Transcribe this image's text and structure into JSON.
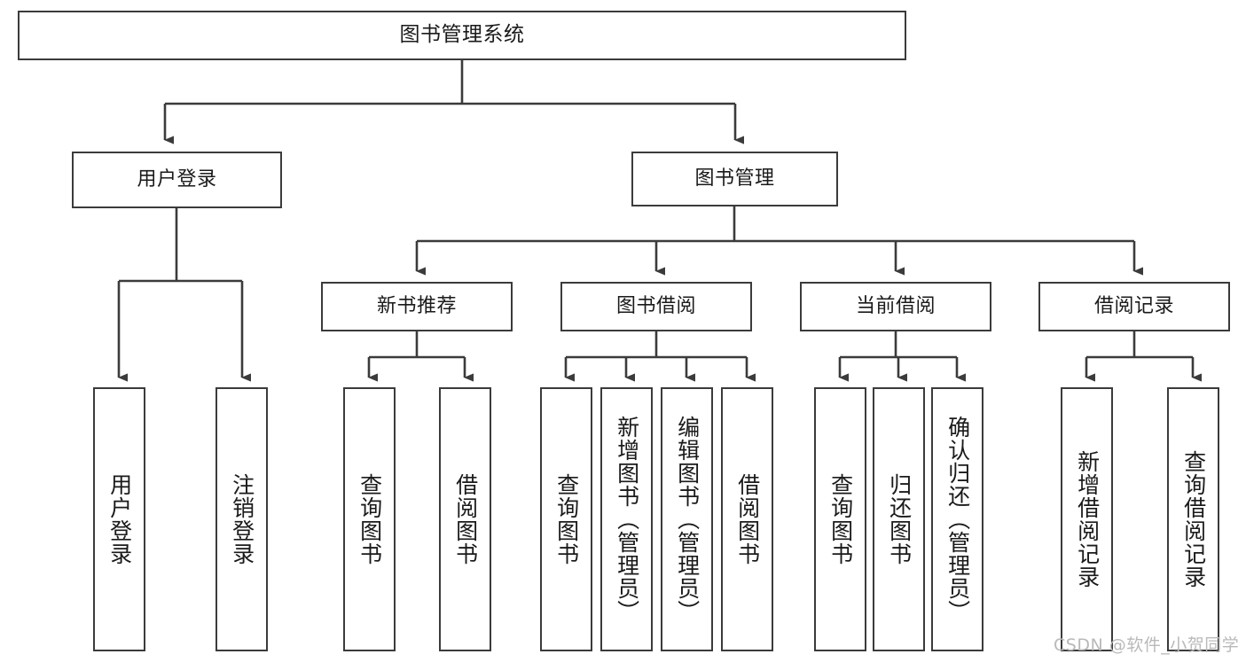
{
  "diagram": {
    "title": "图书管理系统",
    "type": "hierarchy-tree",
    "root": {
      "label": "图书管理系统"
    },
    "level2": [
      {
        "label": "用户登录"
      },
      {
        "label": "图书管理"
      }
    ],
    "level3": [
      {
        "label": "新书推荐"
      },
      {
        "label": "图书借阅"
      },
      {
        "label": "当前借阅"
      },
      {
        "label": "借阅记录"
      }
    ],
    "leaves": {
      "user_login": [
        {
          "label": "用户登录"
        },
        {
          "label": "注销登录"
        }
      ],
      "new_book_recommend": [
        {
          "label": "查询图书"
        },
        {
          "label": "借阅图书"
        }
      ],
      "book_borrow": [
        {
          "label": "查询图书"
        },
        {
          "label": "新增图书（管理员）"
        },
        {
          "label": "编辑图书（管理员）"
        },
        {
          "label": "借阅图书"
        }
      ],
      "current_borrow": [
        {
          "label": "查询图书"
        },
        {
          "label": "归还图书"
        },
        {
          "label": "确认归还（管理员）"
        }
      ],
      "borrow_record": [
        {
          "label": "新增借阅记录"
        },
        {
          "label": "查询借阅记录"
        }
      ]
    }
  },
  "watermark": {
    "text": "CSDN @软件_小贺同学"
  },
  "colors": {
    "border": "#3b3b3b",
    "background": "#ffffff",
    "text": "#1a1a1a",
    "watermark": "#b9b9b9"
  }
}
